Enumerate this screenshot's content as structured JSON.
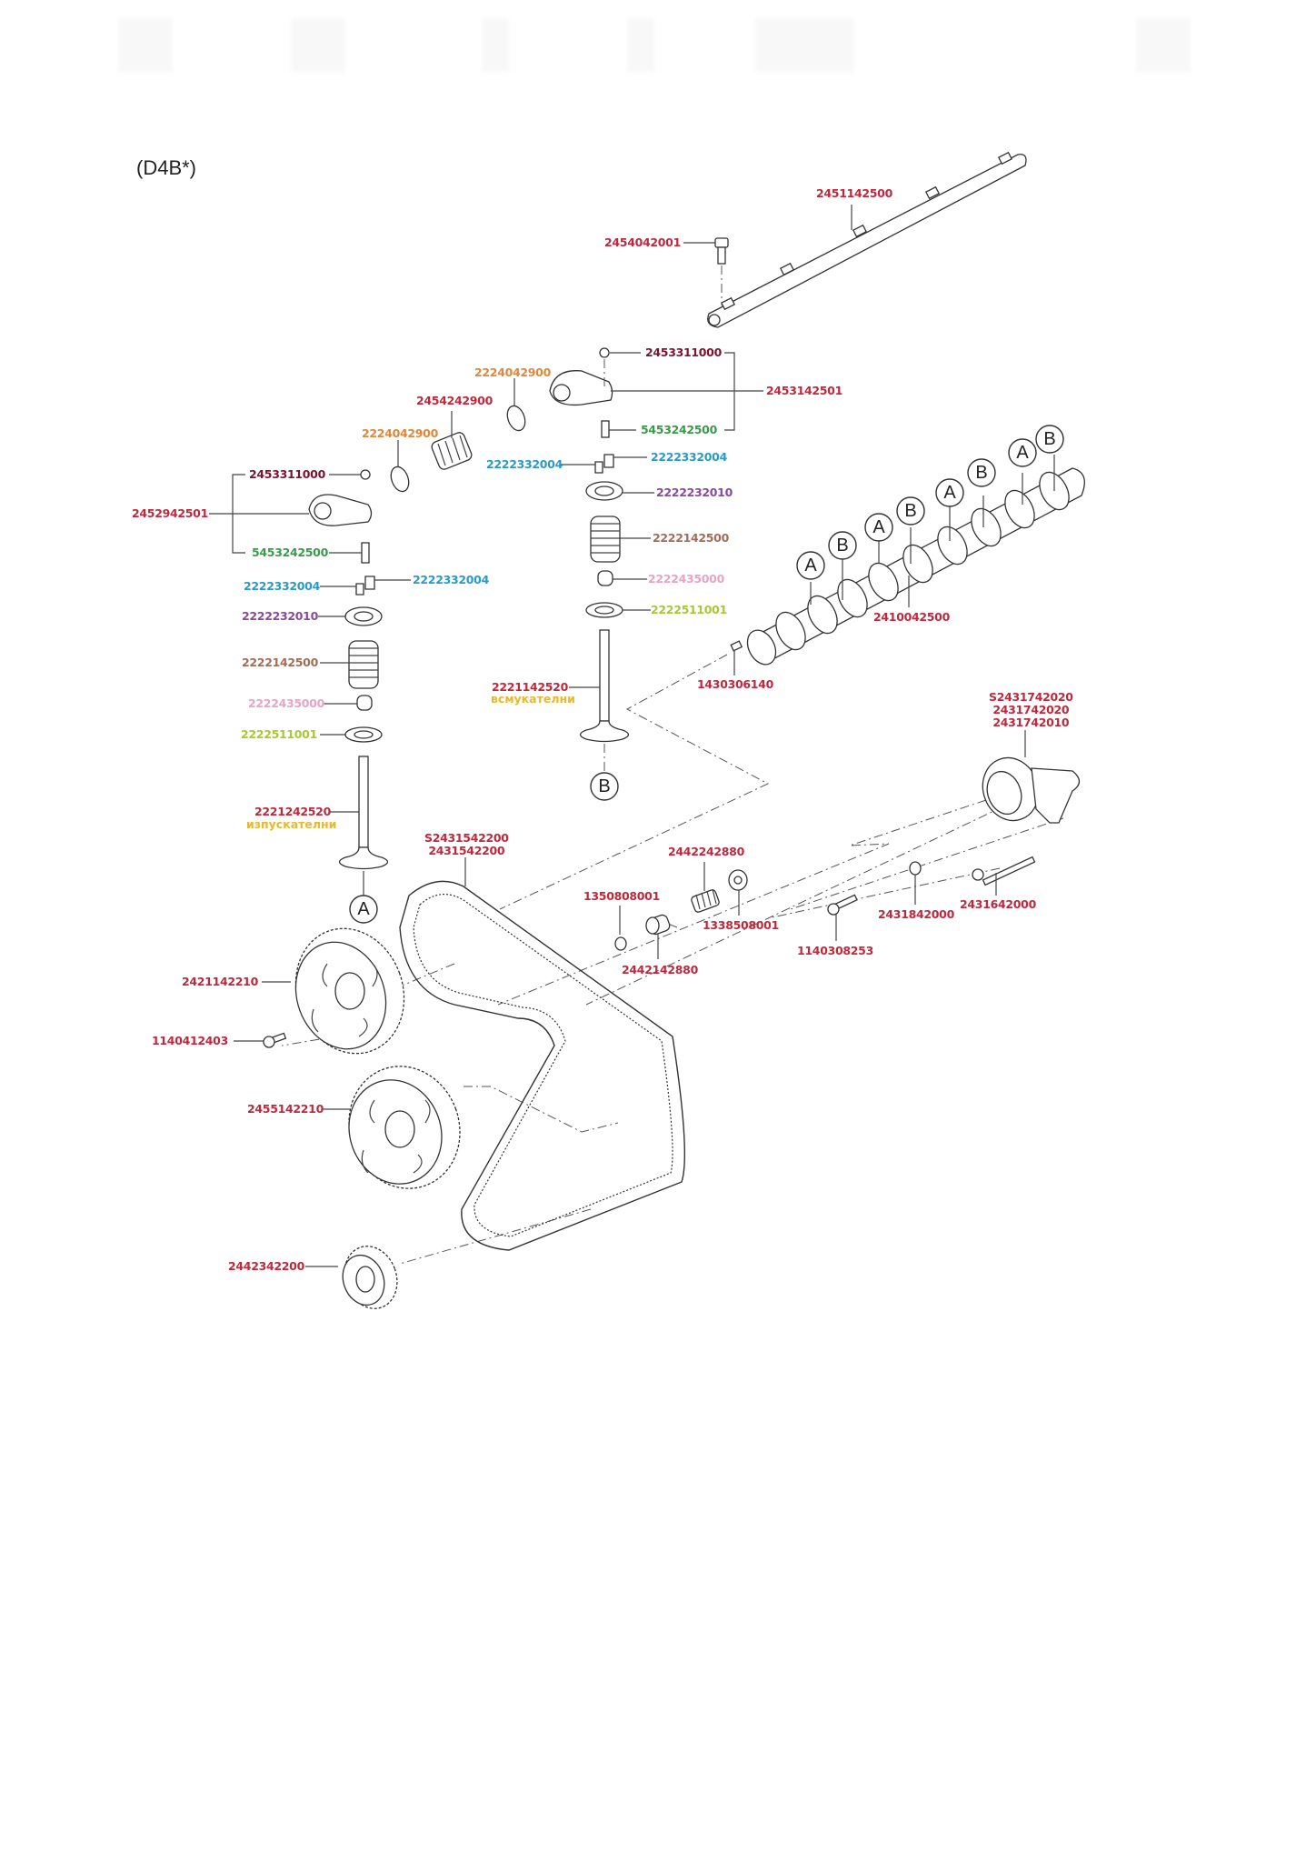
{
  "header": {
    "engine_code": "(D4B*)"
  },
  "colors": {
    "red": "#c0283c",
    "maroon": "#7a1430",
    "orange": "#e0873a",
    "green": "#3a9a4a",
    "blue": "#2a9ac8",
    "purple": "#8a4a9a",
    "brown": "#a06e58",
    "pink": "#e8a4c4",
    "lime": "#a8c834",
    "yellow": "#e8b830"
  },
  "parts": [
    {
      "id": "rocker-shaft",
      "number": "2451142500",
      "color": "red"
    },
    {
      "id": "rocker-shaft-bolt",
      "number": "2454042001",
      "color": "red"
    },
    {
      "id": "adjust-nut-right",
      "number": "2453311000",
      "color": "maroon"
    },
    {
      "id": "rocker-arm-right",
      "number": "2453142501",
      "color": "red"
    },
    {
      "id": "adjust-screw-right",
      "number": "5453242500",
      "color": "green"
    },
    {
      "id": "washer-upper",
      "number": "2224042900",
      "color": "orange"
    },
    {
      "id": "shaft-spring",
      "number": "2454242900",
      "color": "red"
    },
    {
      "id": "washer-lower",
      "number": "2224042900",
      "color": "orange"
    },
    {
      "id": "adjust-nut-left",
      "number": "2453311000",
      "color": "maroon"
    },
    {
      "id": "rocker-arm-left",
      "number": "2452942501",
      "color": "red"
    },
    {
      "id": "adjust-screw-left",
      "number": "5453242500",
      "color": "green"
    },
    {
      "id": "cotter-right-a",
      "number": "2222332004",
      "color": "blue"
    },
    {
      "id": "cotter-right-b",
      "number": "2222332004",
      "color": "blue"
    },
    {
      "id": "retainer-right",
      "number": "2222232010",
      "color": "purple"
    },
    {
      "id": "valve-spring-right",
      "number": "2222142500",
      "color": "brown"
    },
    {
      "id": "stem-seal-right",
      "number": "2222435000",
      "color": "pink"
    },
    {
      "id": "spring-seat-right",
      "number": "2222511001",
      "color": "lime"
    },
    {
      "id": "intake-valve",
      "number": "2221142520",
      "color": "red",
      "note": "всмукателни",
      "note_color": "yellow"
    },
    {
      "id": "cotter-left-a",
      "number": "2222332004",
      "color": "blue"
    },
    {
      "id": "cotter-left-b",
      "number": "2222332004",
      "color": "blue"
    },
    {
      "id": "retainer-left",
      "number": "2222232010",
      "color": "purple"
    },
    {
      "id": "valve-spring-left",
      "number": "2222142500",
      "color": "brown"
    },
    {
      "id": "stem-seal-left",
      "number": "2222435000",
      "color": "pink"
    },
    {
      "id": "spring-seat-left",
      "number": "2222511001",
      "color": "lime"
    },
    {
      "id": "exhaust-valve",
      "number": "2221242520",
      "color": "red",
      "note": "изпускателни",
      "note_color": "yellow"
    },
    {
      "id": "camshaft",
      "number": "2410042500",
      "color": "red"
    },
    {
      "id": "cam-pin",
      "number": "1430306140",
      "color": "red"
    },
    {
      "id": "tensioner",
      "number": "S2431742020\n2431742020\n2431742010",
      "lines": [
        "S2431742020",
        "2431742020",
        "2431742010"
      ],
      "color": "red"
    },
    {
      "id": "timing-belt",
      "number": "S2431542200\n2431542200",
      "lines": [
        "S2431542200",
        "2431542200"
      ],
      "color": "red"
    },
    {
      "id": "tensioner-spring",
      "number": "2442242880",
      "color": "red"
    },
    {
      "id": "washer-1350",
      "number": "1350808001",
      "color": "red"
    },
    {
      "id": "spacer",
      "number": "2442142880",
      "color": "red"
    },
    {
      "id": "washer-1338",
      "number": "1338508001",
      "color": "red"
    },
    {
      "id": "bolt-1140308253",
      "number": "1140308253",
      "color": "red"
    },
    {
      "id": "washer-2431842000",
      "number": "2431842000",
      "color": "red"
    },
    {
      "id": "bolt-2431642000",
      "number": "2431642000",
      "color": "red"
    },
    {
      "id": "cam-sprocket",
      "number": "2421142210",
      "color": "red"
    },
    {
      "id": "sprocket-bolt",
      "number": "1140412403",
      "color": "red"
    },
    {
      "id": "pump-sprocket",
      "number": "2455142210",
      "color": "red"
    },
    {
      "id": "crank-sprocket",
      "number": "2442342200",
      "color": "red"
    }
  ],
  "reference_marks": {
    "a": "A",
    "b": "B"
  }
}
